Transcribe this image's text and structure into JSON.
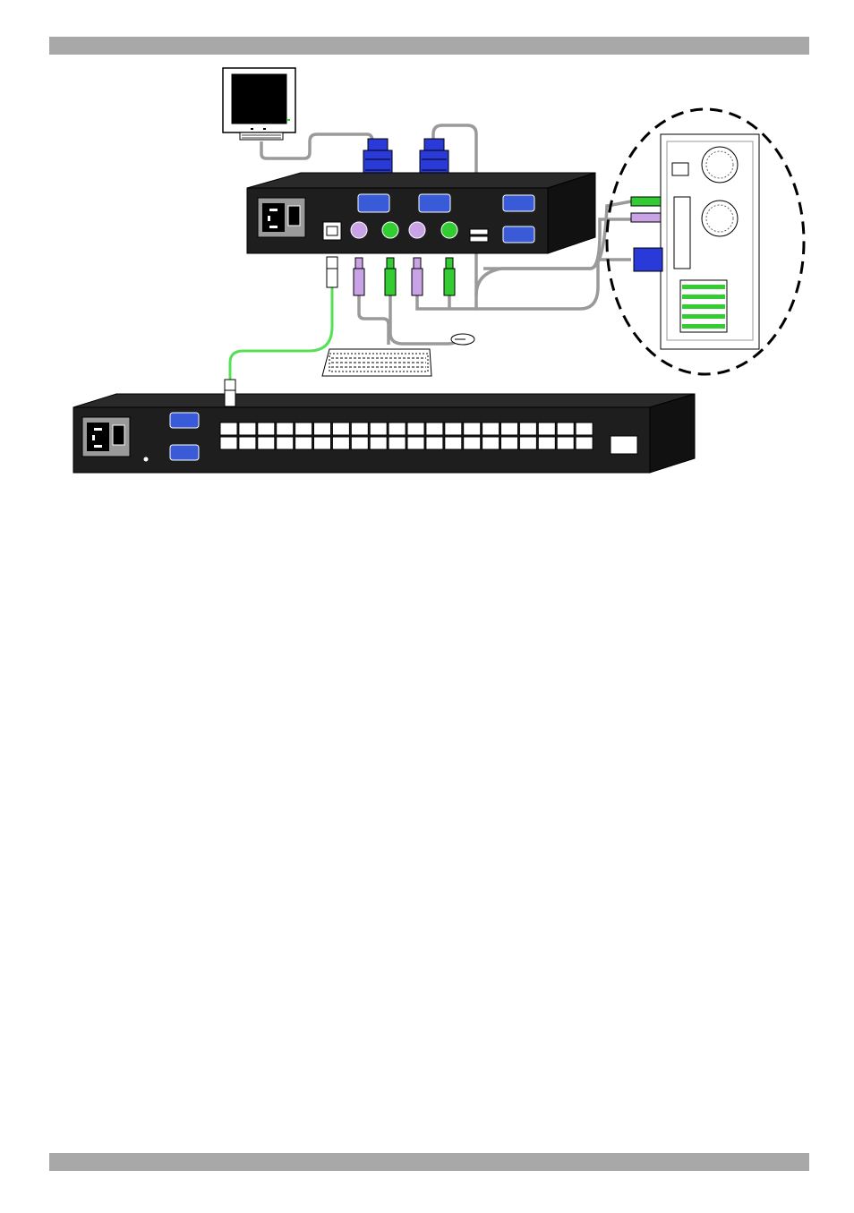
{
  "page": {
    "header_bar_color": "#a8a8a8",
    "footer_bar_color": "#a8a8a8"
  },
  "diagram": {
    "description_elements": [
      "monitor-icon",
      "kvm-extender-unit",
      "keyboard-icon",
      "mouse-icon",
      "computer-tower-icon",
      "kvm-switch-rack-unit"
    ],
    "colors": {
      "vga_connector": "#2a3ad8",
      "ps2_keyboard": "#c9a3e6",
      "ps2_mouse": "#33cc33",
      "cat5_cable": "#55e055",
      "video_cable": "#9a9a9a",
      "chassis": "#222222",
      "serial_port": "#3a5bd8"
    },
    "switch_ports": {
      "rj45_top_row_count": 20,
      "rj45_bottom_row_count": 20
    }
  }
}
